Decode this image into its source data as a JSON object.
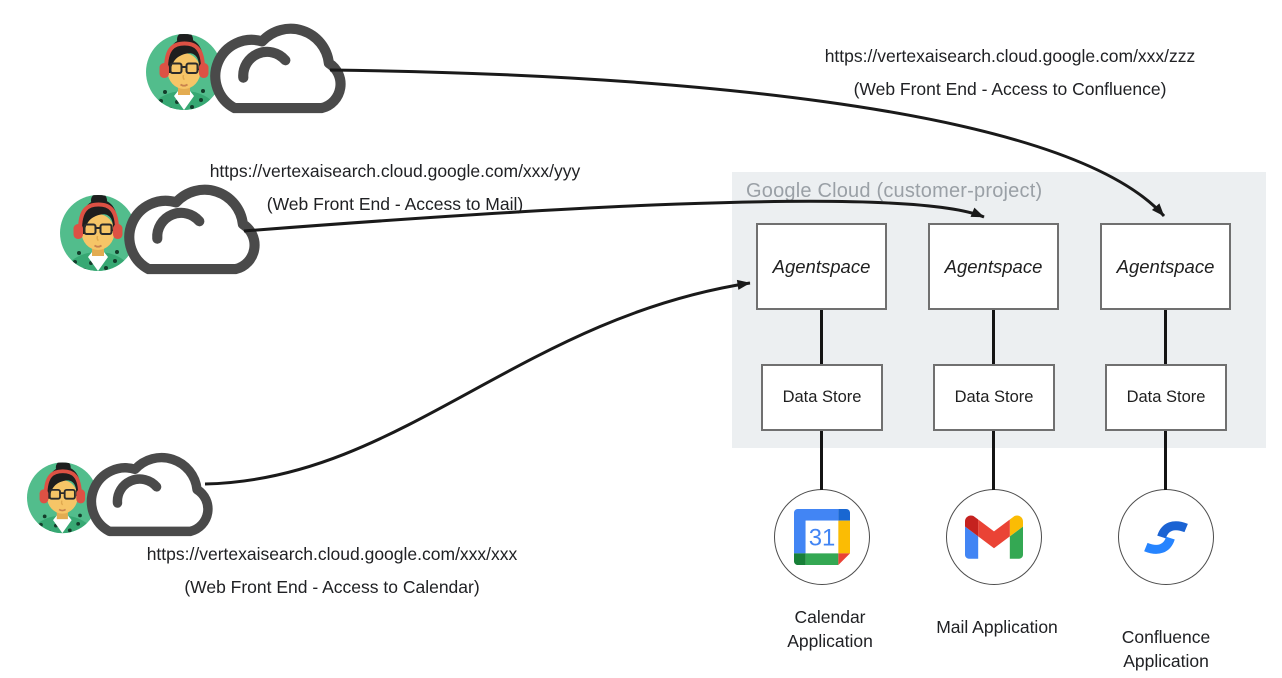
{
  "sources": [
    {
      "name": "confluence-access",
      "url": "https://vertexaisearch.cloud.google.com/xxx/zzz",
      "caption": "(Web Front End - Access to Confluence)"
    },
    {
      "name": "mail-access",
      "url": "https://vertexaisearch.cloud.google.com/xxx/yyy",
      "caption": "(Web Front End - Access to Mail)"
    },
    {
      "name": "calendar-access",
      "url": "https://vertexaisearch.cloud.google.com/xxx/xxx",
      "caption": "(Web Front End - Access to Calendar)"
    }
  ],
  "container": {
    "label": "Google Cloud (customer-project)"
  },
  "columns": [
    {
      "agent_label": "Agentspace",
      "store_label": "Data Store",
      "app_label": "Calendar Application",
      "icon": "google-calendar-icon"
    },
    {
      "agent_label": "Agentspace",
      "store_label": "Data Store",
      "app_label": "Mail Application",
      "icon": "gmail-icon"
    },
    {
      "agent_label": "Agentspace",
      "store_label": "Data Store",
      "app_label": "Confluence Application",
      "icon": "confluence-icon"
    }
  ],
  "colors": {
    "container_bg": "#ECEFF1",
    "container_label": "#9AA0A6",
    "arrow": "#1A1A1A",
    "box_border": "#707070",
    "text": "#202124",
    "google_blue": "#4285F4",
    "google_dark_blue": "#1967D2",
    "google_red": "#EA4335",
    "google_yellow": "#FBBC04",
    "google_green": "#34A853",
    "google_dark_green": "#188038",
    "gmail_dark_red": "#C5221F",
    "confluence_blue": "#2684FF",
    "confluence_dark_blue": "#1B63D3",
    "avatar_circle_green": "#52BD8C",
    "avatar_headphones_red": "#DD5144",
    "avatar_skin": "#F6C567",
    "cloud_outline_gray": "#4A4A4A"
  }
}
